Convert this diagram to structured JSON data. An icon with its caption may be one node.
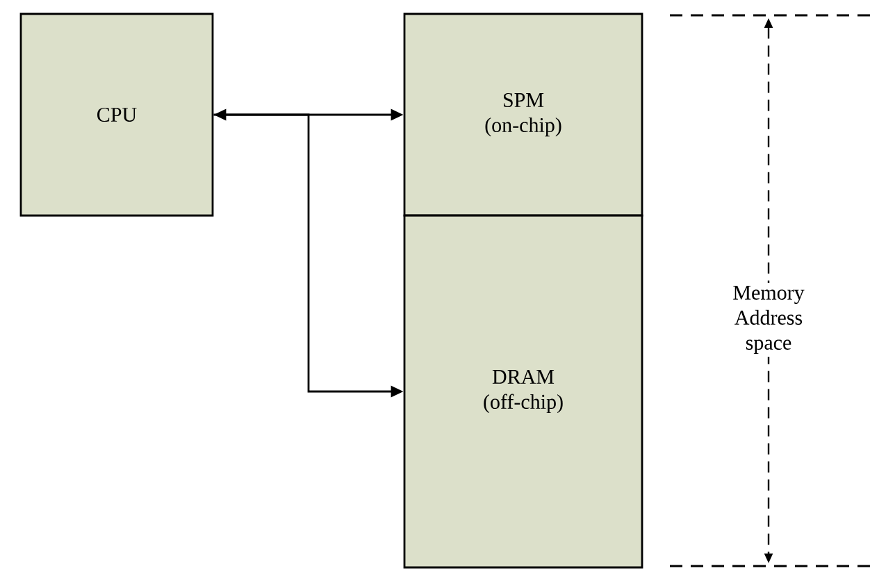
{
  "diagram": {
    "nodes": [
      {
        "text": [
          "CPU"
        ]
      },
      {
        "text": [
          "SPM (on-chip)"
        ]
      },
      {
        "text": [
          "DRAM (off-chip)"
        ]
      }
    ],
    "edges": [
      {
        "from": 0,
        "to": 1,
        "arrow": "both"
      },
      {
        "from": 0,
        "to": 2,
        "arrow": "to"
      }
    ],
    "labels": [
      "Memory Address space"
    ]
  }
}
